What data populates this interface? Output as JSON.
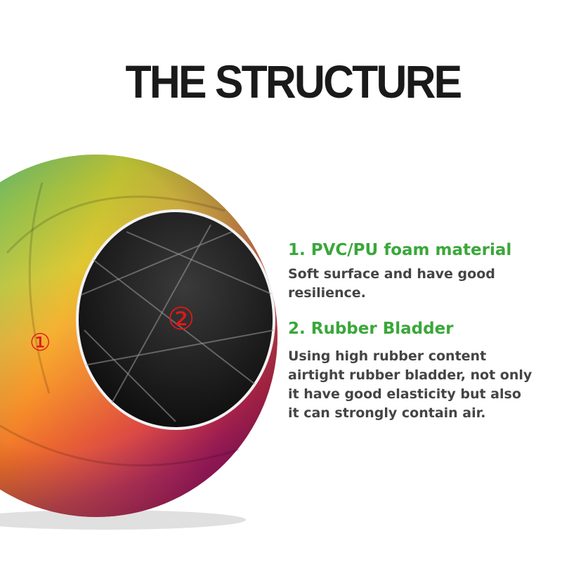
{
  "title": "THE STRUCTURE",
  "markers": {
    "one": "①",
    "two": "②"
  },
  "features": [
    {
      "heading": "1. PVC/PU foam material",
      "lines": [
        "Soft surface and have good",
        "resilience."
      ]
    },
    {
      "heading": "2. Rubber Bladder",
      "lines": [
        "Using high rubber content",
        "airtight rubber bladder, not only",
        "it have good elasticity but also",
        "it can strongly contain air."
      ]
    }
  ],
  "colors": {
    "heading": "#3aa73a",
    "body": "#444444",
    "marker": "#e01818",
    "title": "#1a1a1a"
  }
}
